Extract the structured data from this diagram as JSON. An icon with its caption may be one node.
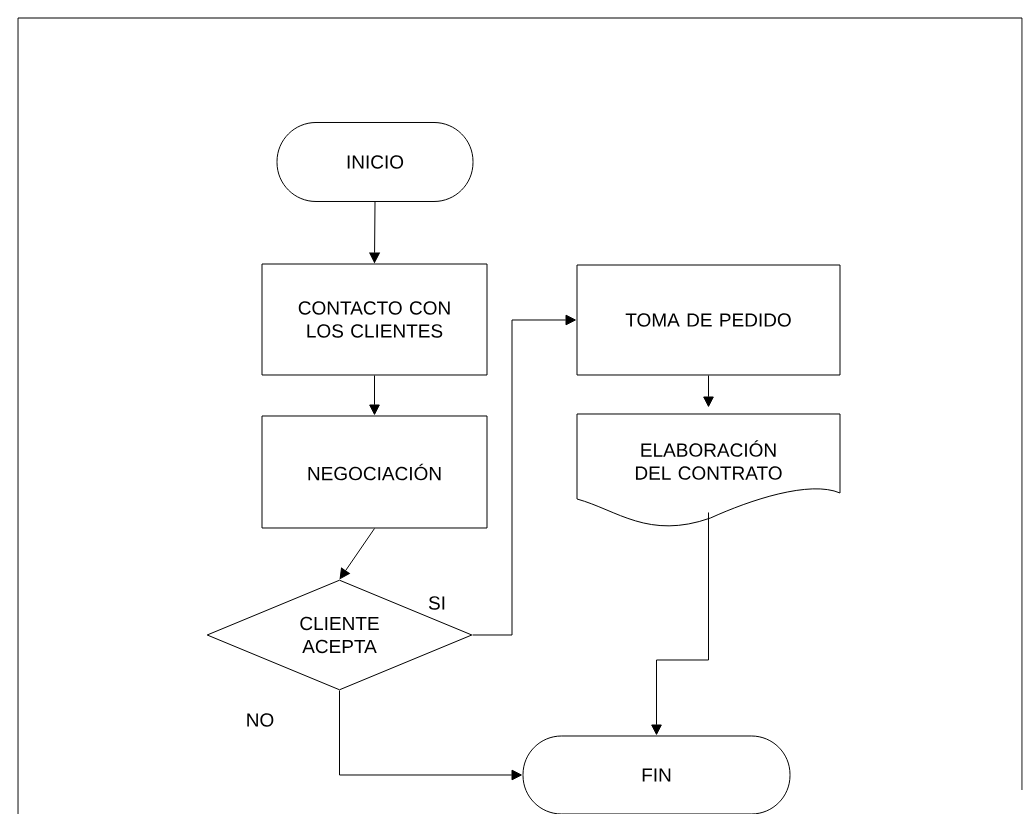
{
  "diagram": {
    "nodes": [
      {
        "text": [
          "INICIO"
        ]
      },
      {
        "text": [
          "CONTACTO CON LOS CLIENTES"
        ]
      },
      {
        "text": [
          "NEGOCIACIÓN"
        ]
      },
      {
        "text": [
          "CLIENTE ACEPTA"
        ]
      },
      {
        "text": [
          "TOMA DE PEDIDO"
        ]
      },
      {
        "text": [
          "ELABORACIÓN DEL CONTRATO"
        ]
      },
      {
        "text": [
          "FIN"
        ]
      }
    ],
    "edges": [
      {
        "from": 0,
        "to": 1,
        "arrow": "to"
      },
      {
        "from": 1,
        "to": 2,
        "arrow": "to"
      },
      {
        "from": 2,
        "to": 3,
        "arrow": "to"
      },
      {
        "from": 3,
        "to": 4,
        "arrow": "to",
        "label": "SI"
      },
      {
        "from": 4,
        "to": 5,
        "arrow": "to"
      },
      {
        "from": 3,
        "to": 6,
        "arrow": "to",
        "label": "NO"
      },
      {
        "from": 5,
        "to": 6,
        "arrow": "to"
      }
    ]
  }
}
